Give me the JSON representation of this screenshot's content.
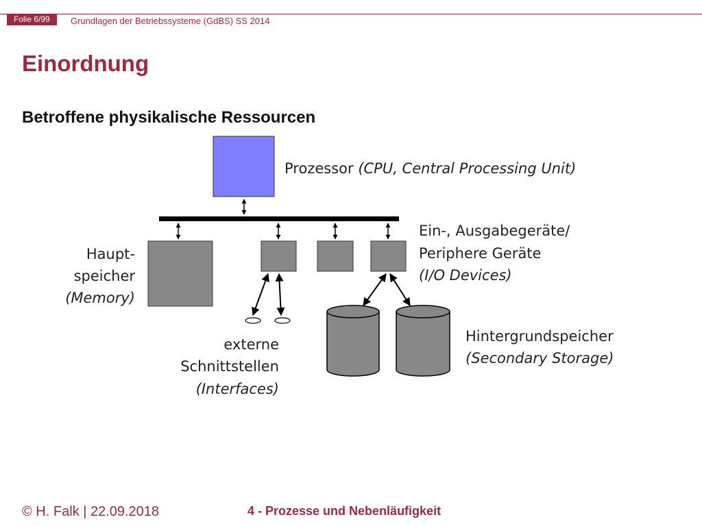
{
  "header": {
    "slide_counter": "Folie 6/99",
    "course": "Grundlagen der Betriebssysteme (GdBS) SS 2014"
  },
  "title": "Einordnung",
  "subtitle": "Betroffene physikalische Ressourcen",
  "diagram": {
    "cpu_label": "Prozessor",
    "cpu_detail": "(CPU, Central Processing Unit)",
    "memory_label_1": "Haupt-",
    "memory_label_2": "speicher",
    "memory_detail": "(Memory)",
    "io_label_1": "Ein-, Ausgabegeräte/",
    "io_label_2": "Periphere Geräte",
    "io_detail": "(I/O Devices)",
    "interfaces_label_1": "externe",
    "interfaces_label_2": "Schnittstellen",
    "interfaces_detail": "(Interfaces)",
    "storage_label": "Hintergrundspeicher",
    "storage_detail": "(Secondary Storage)",
    "colors": {
      "cpu": "#7f7fff",
      "device": "#888888",
      "bus": "#000000"
    }
  },
  "footer": {
    "author_date": "© H. Falk | 22.09.2018",
    "chapter": "4 - Prozesse und Nebenläufigkeit"
  }
}
